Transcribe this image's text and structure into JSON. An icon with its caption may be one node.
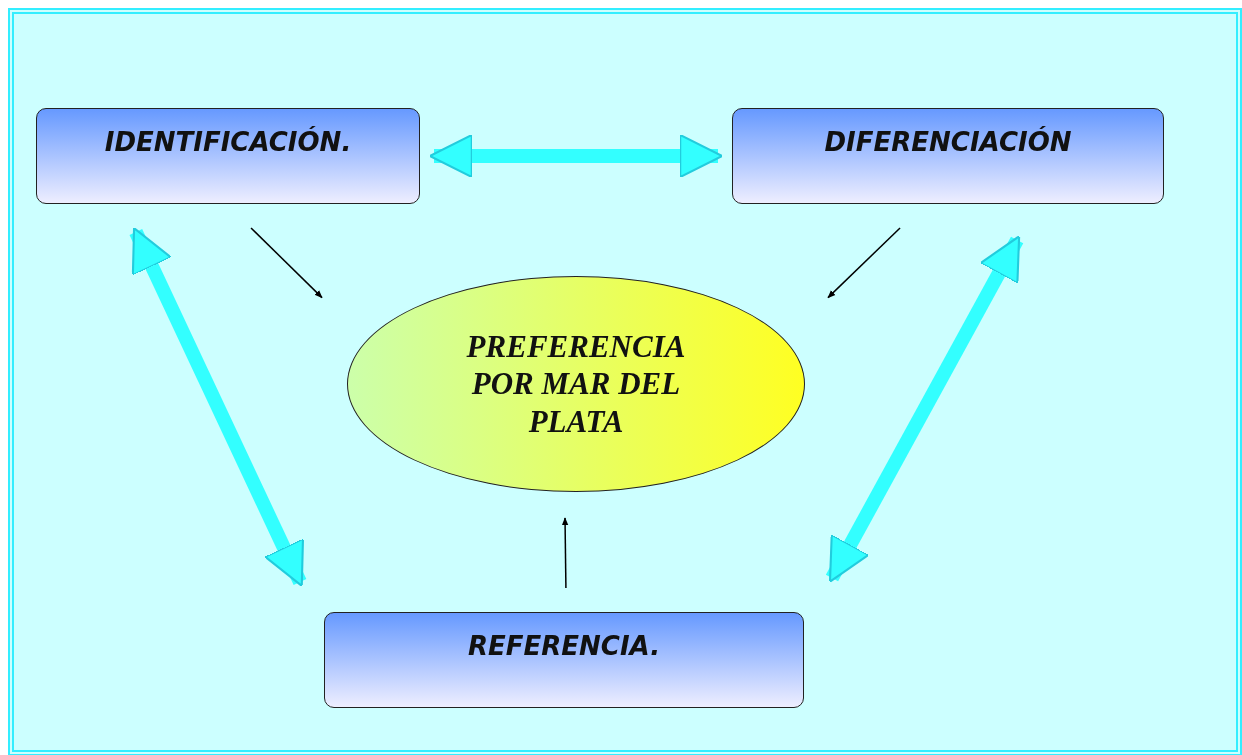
{
  "diagram": {
    "nodes": [
      {
        "text": [
          "IDENTIFICACIÓN."
        ]
      },
      {
        "text": [
          "DIFERENCIACIÓN"
        ]
      },
      {
        "text": [
          "PREFERENCIA POR MAR DEL PLATA"
        ]
      },
      {
        "text": [
          "REFERENCIA."
        ]
      }
    ],
    "edges": [
      {
        "from": 0,
        "to": 1,
        "arrow": "both",
        "style": "thick",
        "color": "#33ffff"
      },
      {
        "from": 0,
        "to": 2,
        "arrow": "to",
        "color": "#000000"
      },
      {
        "from": 1,
        "to": 2,
        "arrow": "to",
        "color": "#000000"
      },
      {
        "from": 3,
        "to": 2,
        "arrow": "to",
        "color": "#000000"
      },
      {
        "from": 0,
        "to": 3,
        "arrow": "both",
        "style": "thick",
        "color": "#33ffff"
      },
      {
        "from": 1,
        "to": 3,
        "arrow": "both",
        "style": "thick",
        "color": "#33ffff"
      }
    ]
  }
}
